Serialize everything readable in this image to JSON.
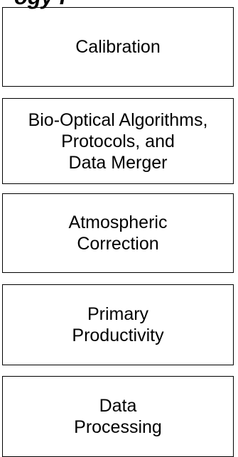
{
  "header": {
    "partial_text": "ogy P"
  },
  "boxes": [
    {
      "lines": [
        "Calibration"
      ]
    },
    {
      "lines": [
        "Bio-Optical Algorithms,",
        "Protocols, and",
        "Data Merger"
      ]
    },
    {
      "lines": [
        "Atmospheric",
        "Correction"
      ]
    },
    {
      "lines": [
        "Primary",
        "Productivity"
      ]
    },
    {
      "lines": [
        "Data",
        "Processing"
      ]
    }
  ]
}
